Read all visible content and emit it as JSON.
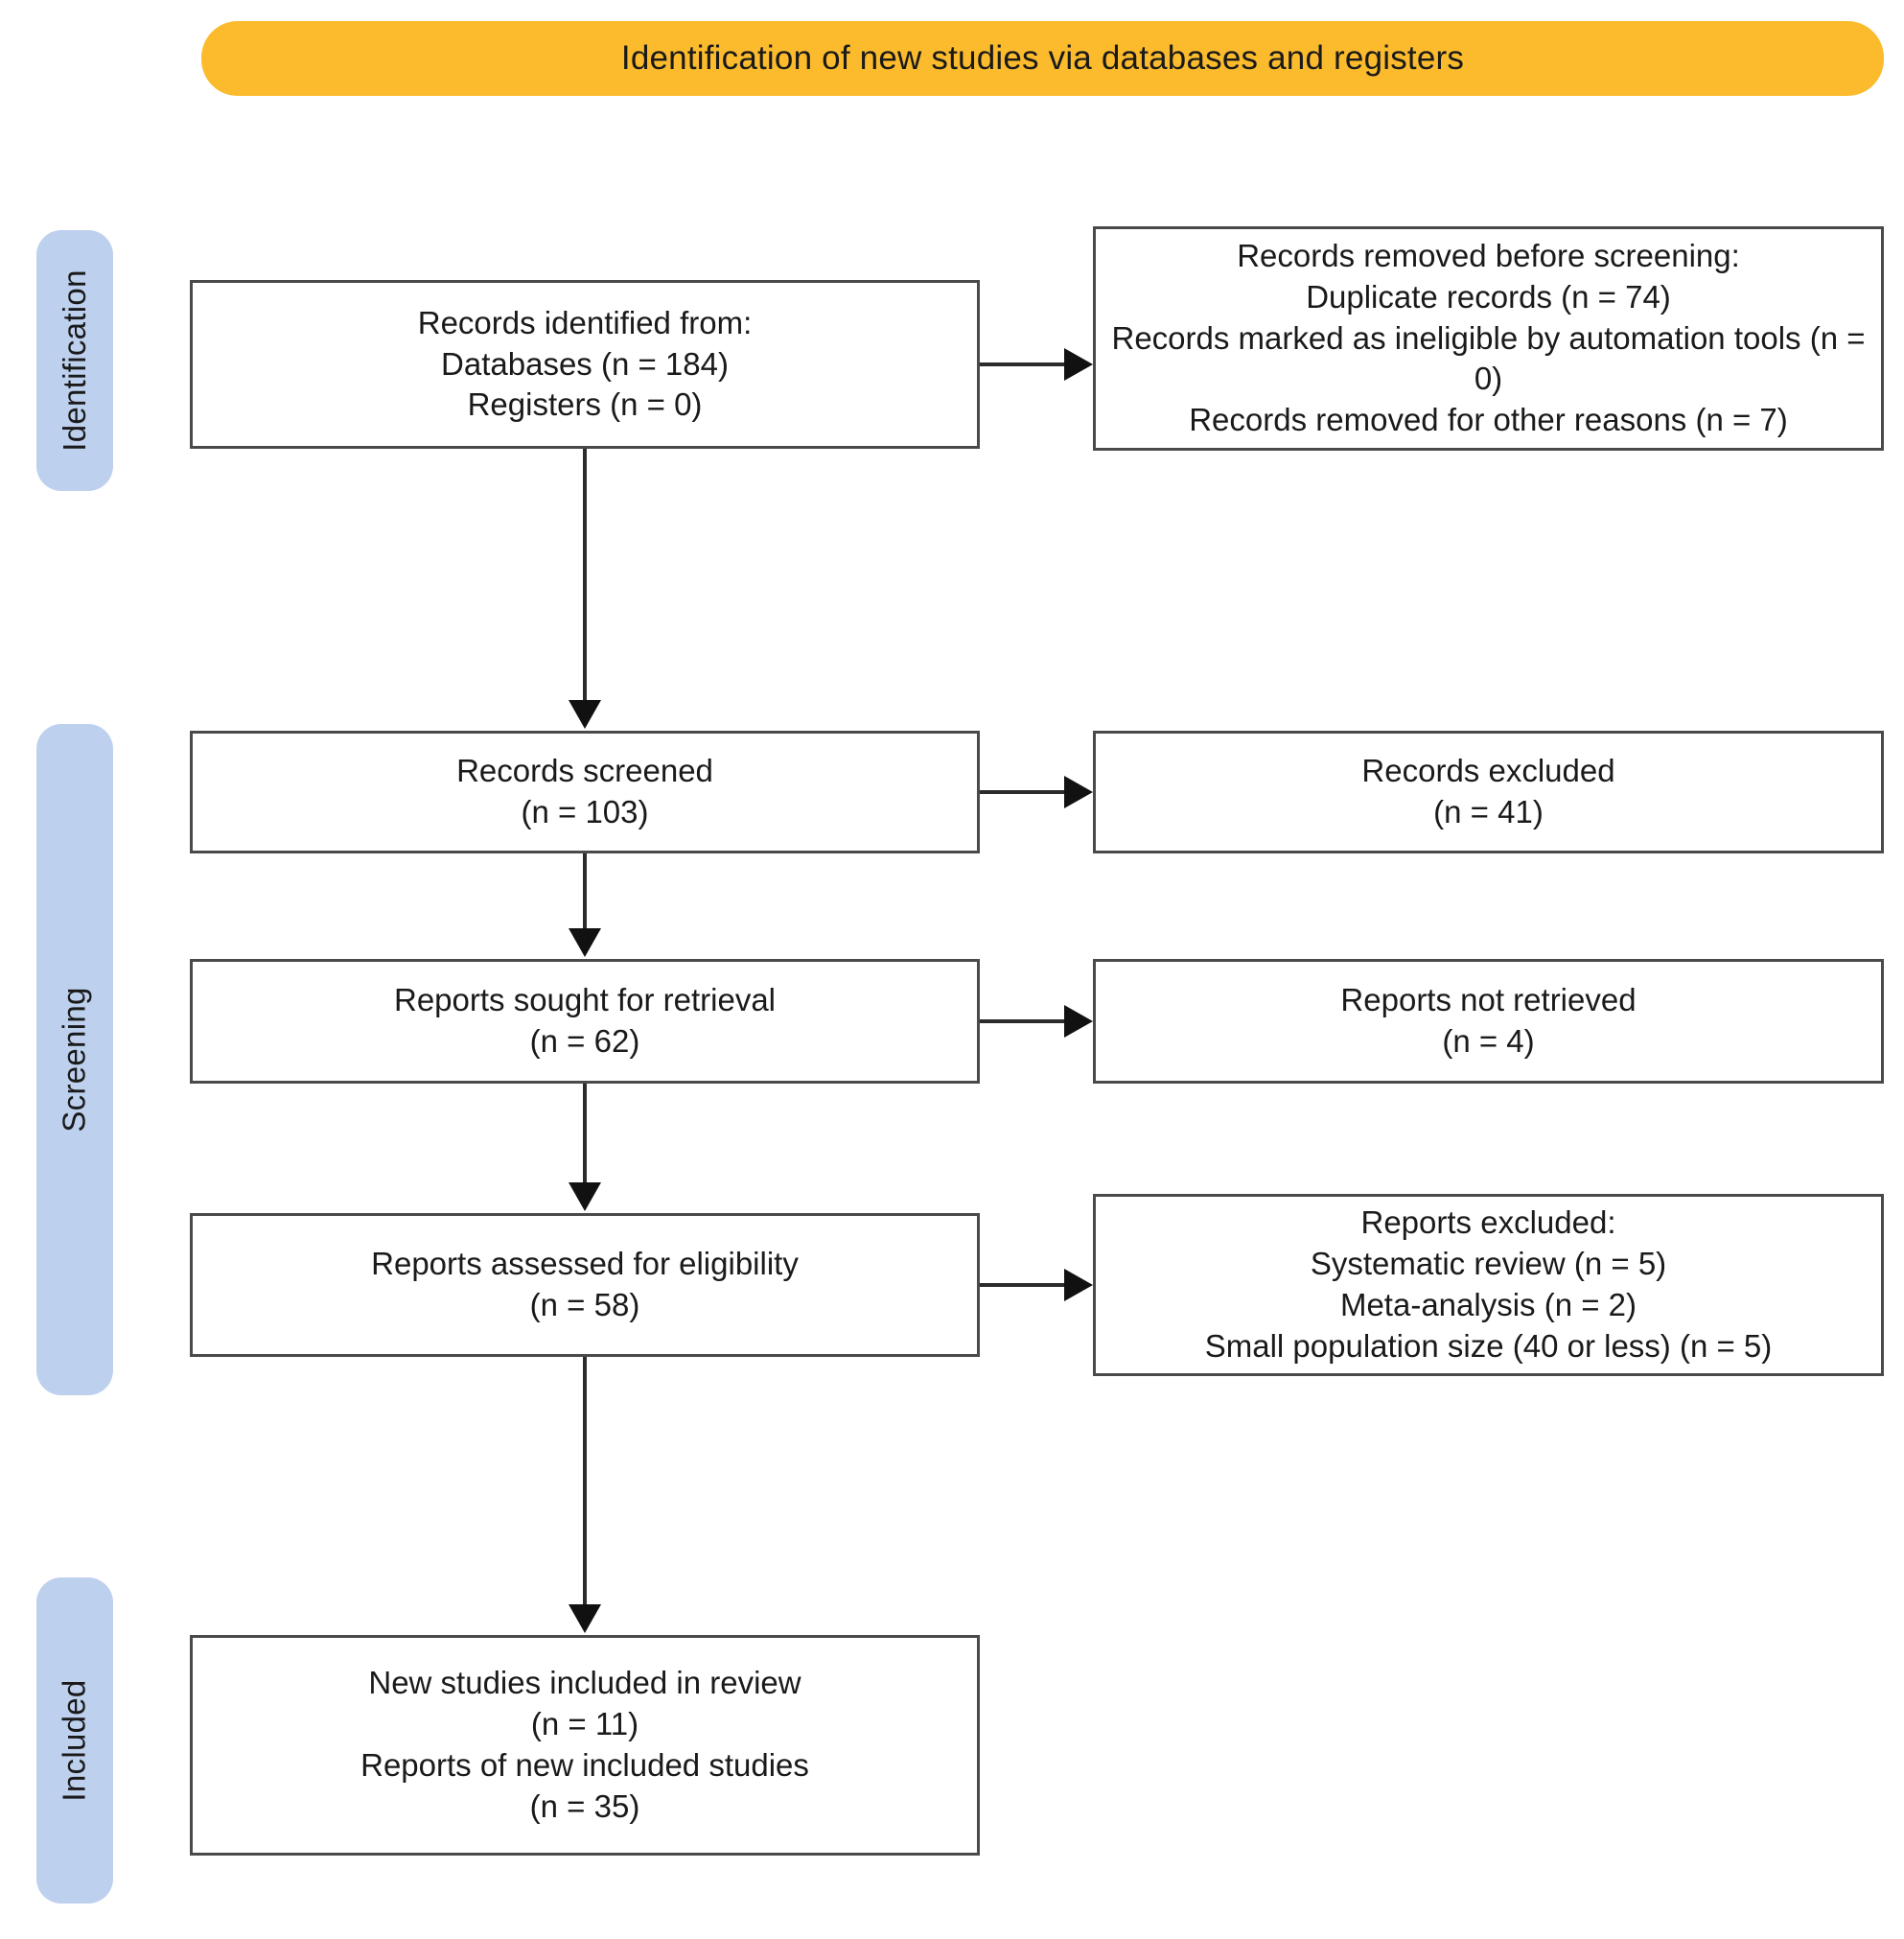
{
  "banner": {
    "title": "Identification of new studies via databases and registers",
    "color": "#FBBB2D"
  },
  "phases": {
    "color": "#BDD0EE",
    "identification": "Identification",
    "screening": "Screening",
    "included": "Included"
  },
  "boxes": {
    "identified": {
      "lines": [
        "Records identified from:",
        "Databases (n = 184)",
        "Registers (n = 0)"
      ]
    },
    "removed_before_screening": {
      "lines": [
        "Records removed before screening:",
        "Duplicate records (n = 74)",
        "Records marked as ineligible by automation tools (n = 0)",
        "Records removed for other reasons (n = 7)"
      ]
    },
    "records_screened": {
      "lines": [
        "Records screened",
        "(n = 103)"
      ]
    },
    "records_excluded": {
      "lines": [
        "Records excluded",
        "(n = 41)"
      ]
    },
    "reports_sought": {
      "lines": [
        "Reports sought for retrieval",
        "(n = 62)"
      ]
    },
    "reports_not_retrieved": {
      "lines": [
        "Reports not retrieved",
        "(n = 4)"
      ]
    },
    "reports_assessed": {
      "lines": [
        "Reports assessed for eligibility",
        "(n = 58)"
      ]
    },
    "reports_excluded": {
      "lines": [
        "Reports excluded:",
        "Systematic review (n = 5)",
        "Meta-analysis (n = 2)",
        "Small population size (40 or less) (n = 5)"
      ]
    },
    "new_studies_included": {
      "lines": [
        "New studies included in review",
        "(n = 11)",
        "Reports of new included studies",
        "(n = 35)"
      ]
    }
  }
}
